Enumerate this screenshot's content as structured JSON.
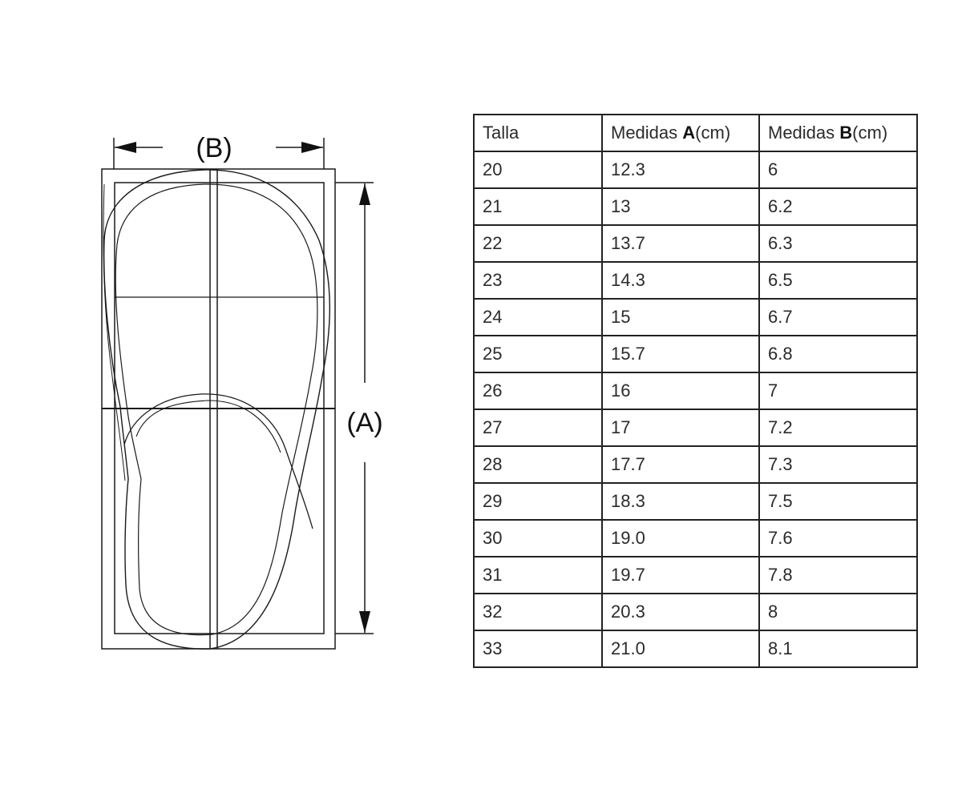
{
  "diagram": {
    "label_b": "(B)",
    "label_a": "(A)"
  },
  "table": {
    "headers": {
      "talla": "Talla",
      "a_prefix": "Medidas ",
      "a_bold": "A",
      "a_suffix": "(cm)",
      "b_prefix": "Medidas ",
      "b_bold": "B",
      "b_suffix": "(cm)"
    },
    "rows": [
      [
        "20",
        "12.3",
        "6"
      ],
      [
        "21",
        "13",
        "6.2"
      ],
      [
        "22",
        "13.7",
        "6.3"
      ],
      [
        "23",
        "14.3",
        "6.5"
      ],
      [
        "24",
        "15",
        "6.7"
      ],
      [
        "25",
        "15.7",
        "6.8"
      ],
      [
        "26",
        "16",
        "7"
      ],
      [
        "27",
        "17",
        "7.2"
      ],
      [
        "28",
        "17.7",
        "7.3"
      ],
      [
        "29",
        "18.3",
        "7.5"
      ],
      [
        "30",
        "19.0",
        "7.6"
      ],
      [
        "31",
        "19.7",
        "7.8"
      ],
      [
        "32",
        "20.3",
        "8"
      ],
      [
        "33",
        "21.0",
        "8.1"
      ]
    ]
  }
}
